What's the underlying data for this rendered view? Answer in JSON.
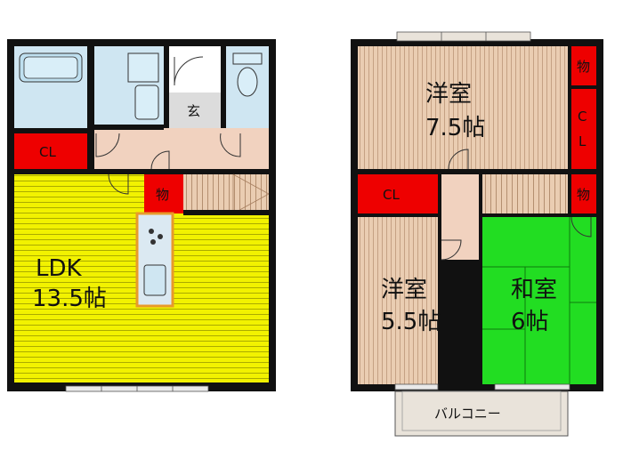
{
  "floor1": {
    "ldk": {
      "name": "LDK",
      "size": "13.5帖"
    },
    "closet": "CL",
    "storage": "物",
    "entrance": "玄"
  },
  "floor2": {
    "western_large": {
      "name": "洋室",
      "size": "7.5帖"
    },
    "western_small": {
      "name": "洋室",
      "size": "5.5帖"
    },
    "japanese": {
      "name": "和室",
      "size": "6帖"
    },
    "closet_left": "CL",
    "closet_right_c": "C",
    "closet_right_l": "L",
    "storage_top": "物",
    "storage_mid": "物",
    "balcony": "バルコニー"
  },
  "colors": {
    "wall": "#111111",
    "ldk_floor": "#f2f200",
    "closet": "#ee0000",
    "wood_floor": "#eacdb2",
    "tatami": "#22dd22",
    "bath": "#cfe6f2",
    "hall": "#f1d2bf",
    "balcony": "#e9e3da"
  }
}
